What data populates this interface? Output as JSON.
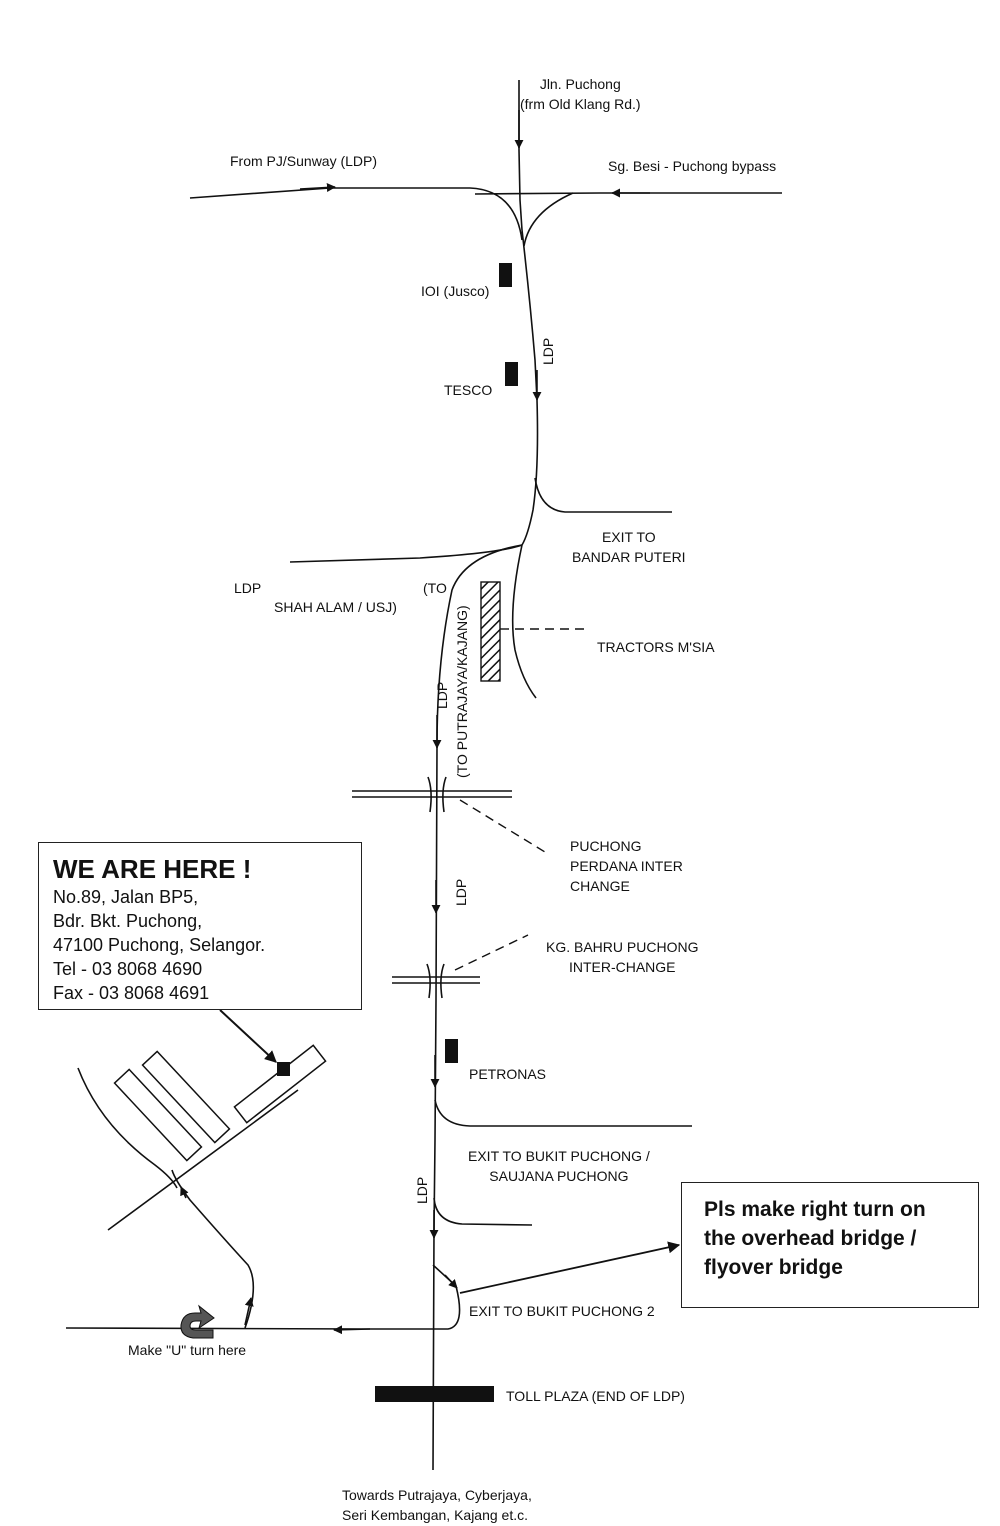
{
  "header": {
    "jln_puchong_1": "Jln. Puchong",
    "jln_puchong_2": "(frm Old Klang Rd.)",
    "from_pj": "From PJ/Sunway (LDP)",
    "besi_bypass": "Sg. Besi - Puchong bypass"
  },
  "landmarks": {
    "ioi": "IOI (Jusco)",
    "tesco": "TESCO",
    "ldp": "LDP",
    "exit_bandar_1": "EXIT TO",
    "exit_bandar_2": "BANDAR PUTERI",
    "ldp_left": "LDP",
    "to_label": "(TO",
    "shah_alam": "SHAH ALAM / USJ)",
    "to_putrajaya": "(TO PUTRAJAYA/KAJANG)",
    "tractors": "TRACTORS M'SIA",
    "perdana_1": "PUCHONG",
    "perdana_2": "PERDANA INTER",
    "perdana_3": "CHANGE",
    "kg_bahru_1": "KG. BAHRU PUCHONG",
    "kg_bahru_2": "INTER-CHANGE",
    "petronas": "PETRONAS",
    "exit_bukit_1": "EXIT TO BUKIT PUCHONG /",
    "exit_bukit_2": "SAUJANA PUCHONG",
    "exit_bukit2": "EXIT TO BUKIT PUCHONG 2",
    "uturn": "Make \"U\" turn here",
    "toll": "TOLL PLAZA (END OF LDP)",
    "towards_1": "Towards Putrajaya, Cyberjaya,",
    "towards_2": "Seri Kembangan, Kajang et.c."
  },
  "we_are_here": {
    "title": "WE ARE HERE !",
    "address_1": "No.89, Jalan BP5,",
    "address_2": "Bdr. Bkt. Puchong,",
    "address_3": "47100 Puchong, Selangor.",
    "tel": "Tel - 03 8068 4690",
    "fax": "Fax - 03 8068 4691"
  },
  "instruction": {
    "line_1": "Pls make right turn on",
    "line_2": "the  overhead bridge /",
    "line_3": "flyover bridge"
  },
  "colors": {
    "line": "#111111",
    "uturn_arrow": "#555555"
  }
}
